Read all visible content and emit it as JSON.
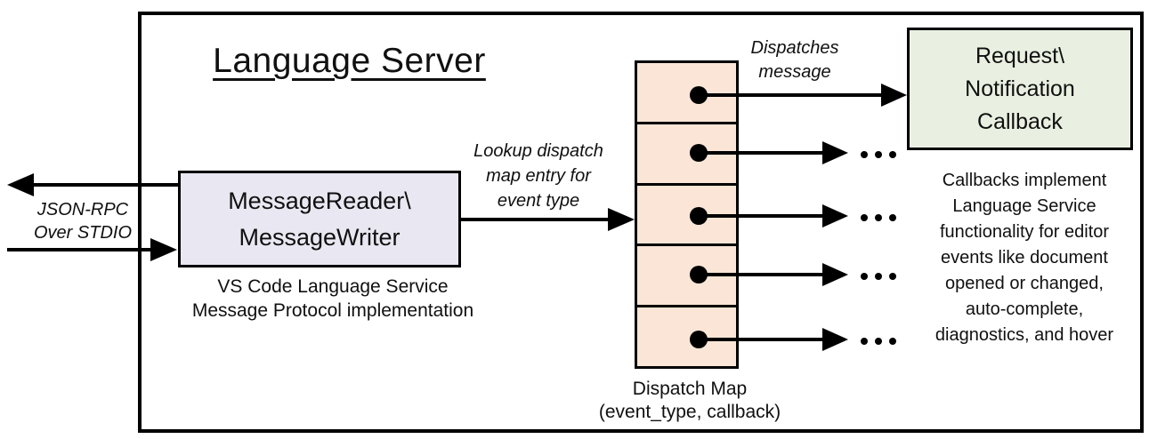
{
  "diagram": {
    "title": "Language Server",
    "left_channel_label": "JSON-RPC\nOver STDIO",
    "message_box": {
      "label": "MessageReader\\\nMessageWriter",
      "caption": "VS Code Language Service\nMessage Protocol implementation",
      "fill": "#E9E8F2"
    },
    "lookup_label": "Lookup dispatch\nmap entry for\nevent type",
    "dispatches_label": "Dispatches\nmessage",
    "dispatch_map": {
      "caption": "Dispatch Map\n(event_type, callback)",
      "cell_count": 5,
      "cell_fill": "#FBE5D6",
      "ellipsis": "..."
    },
    "callback_box": {
      "label": "Request\\\nNotification\nCallback",
      "fill": "#E9F0E1"
    },
    "callbacks_note": "Callbacks implement\nLanguage Service\nfunctionality for editor\nevents like document\nopened or changed,\nauto-complete,\ndiagnostics, and hover",
    "colors": {
      "line_color": "#000000",
      "border_color": "#000000"
    }
  }
}
